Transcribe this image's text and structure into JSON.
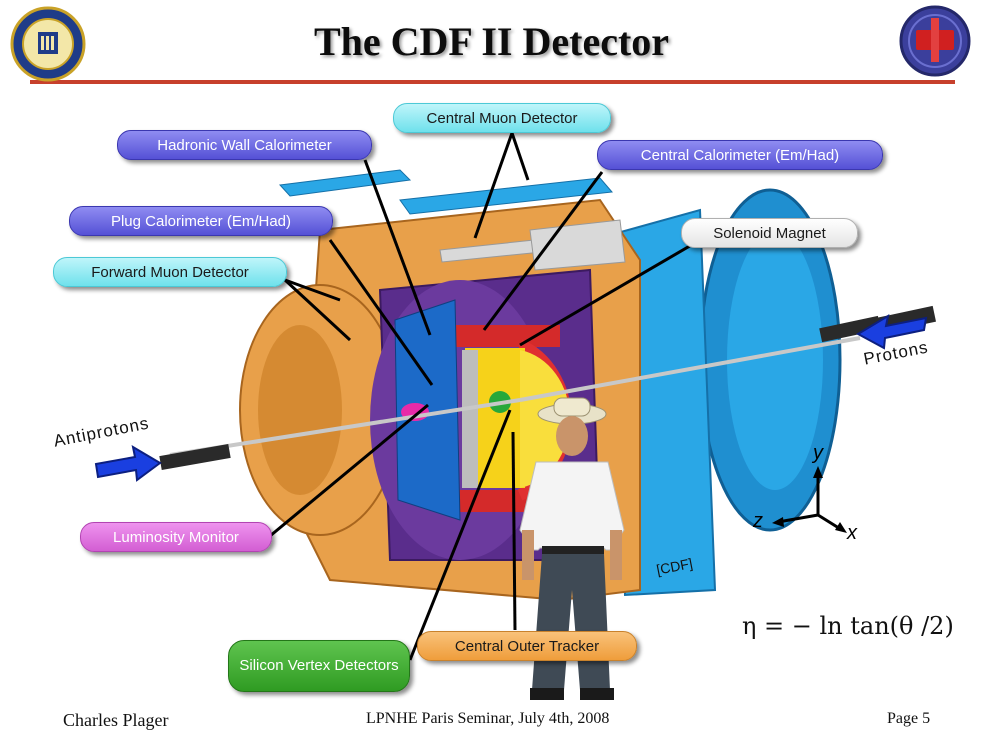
{
  "slide": {
    "title": "The CDF II Detector",
    "footer_left": "Charles Plager",
    "footer_center": "LPNHE Paris Seminar, July 4th, 2008",
    "footer_right": "Page 5",
    "formula": "η = − ln tan(θ /2)"
  },
  "labels": {
    "central_muon": "Central Muon Detector",
    "hadronic_wall": "Hadronic Wall Calorimeter",
    "central_calorimeter": "Central Calorimeter (Em/Had)",
    "plug_calorimeter": "Plug Calorimeter (Em/Had)",
    "solenoid": "Solenoid Magnet",
    "forward_muon": "Forward Muon Detector",
    "luminosity": "Luminosity Monitor",
    "silicon_vertex": "Silicon Vertex Detectors",
    "central_outer_tracker": "Central Outer Tracker"
  },
  "beams": {
    "protons": "Protons",
    "antiprotons": "Antiprotons"
  },
  "axes": {
    "y": "y",
    "z": "z",
    "x": "x"
  },
  "credit": "[CDF]",
  "colors": {
    "title_rule": "#c7402c",
    "detector_orange": "#e8a04a",
    "detector_blue": "#2aa7e6",
    "detector_purple": "#5a2d8c",
    "beam_arrow": "#1a3fe0"
  },
  "icons": [
    "ucla-seal-icon",
    "cdf-logo-icon",
    "person-photo",
    "beam-arrow-icon"
  ]
}
